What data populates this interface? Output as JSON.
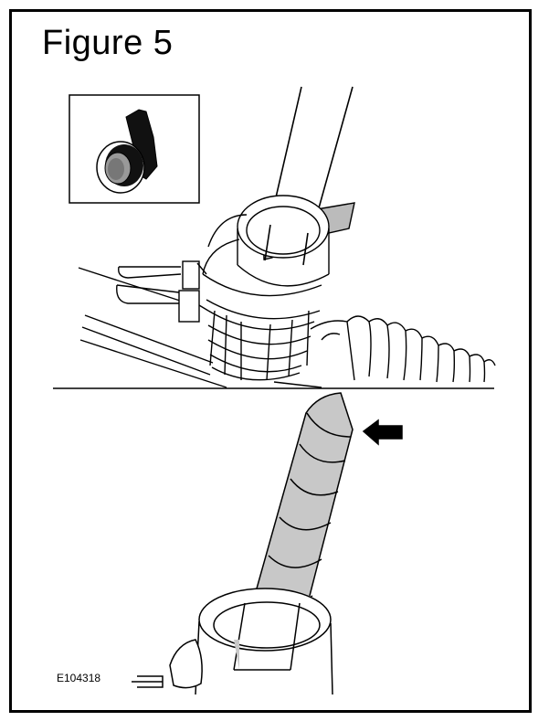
{
  "figure": {
    "title": "Figure 5",
    "reference_code": "E104318"
  },
  "illustration": {
    "top_panel": "steering-rack-with-gaiter-and-tape-being-wrapped",
    "inset": "roll-of-tape-icon",
    "bottom_panel": "tie-rod-wrapped-in-tape",
    "indicator": "arrow-pointing-left",
    "colors": {
      "line": "#000000",
      "tape_fill": "#cccccc",
      "inset_tape": "#111111",
      "background": "#ffffff"
    }
  }
}
